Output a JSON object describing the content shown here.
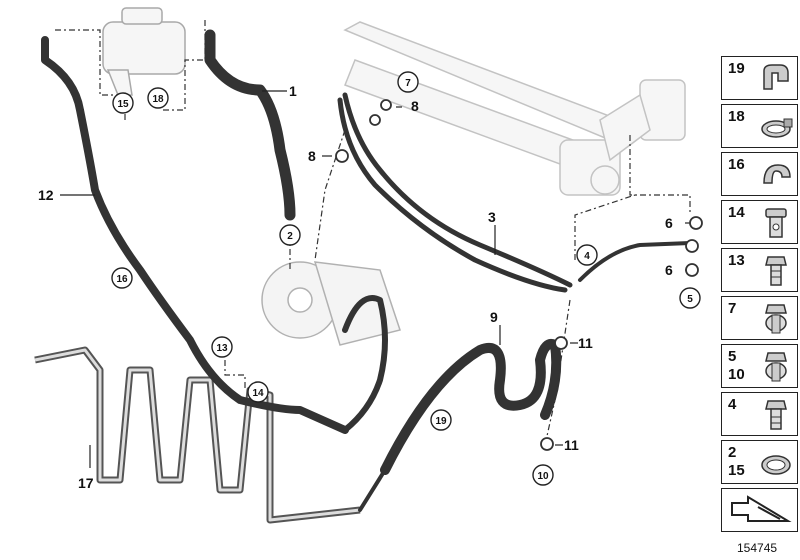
{
  "callouts": {
    "c1": "1",
    "c2": "2",
    "c3": "3",
    "c4": "4",
    "c5": "5",
    "c6a": "6",
    "c6b": "6",
    "c7": "7",
    "c8a": "8",
    "c8b": "8",
    "c9": "9",
    "c10": "10",
    "c11a": "11",
    "c11b": "11",
    "c12": "12",
    "c13": "13",
    "c14": "14",
    "c15": "15",
    "c16": "16",
    "c17": "17",
    "c18": "18",
    "c19": "19"
  },
  "side_panel": [
    {
      "num": "19",
      "num2": "",
      "icon": "clip-icon"
    },
    {
      "num": "18",
      "num2": "",
      "icon": "hose-clamp-icon"
    },
    {
      "num": "16",
      "num2": "",
      "icon": "clip-icon"
    },
    {
      "num": "14",
      "num2": "",
      "icon": "banjo-bolt-icon"
    },
    {
      "num": "13",
      "num2": "",
      "icon": "bolt-icon"
    },
    {
      "num": "7",
      "num2": "",
      "icon": "banjo-fitting-icon"
    },
    {
      "num": "5",
      "num2": "10",
      "icon": "banjo-fitting-icon"
    },
    {
      "num": "4",
      "num2": "",
      "icon": "hex-bolt-icon"
    },
    {
      "num": "2",
      "num2": "15",
      "icon": "spring-clamp-icon"
    },
    {
      "num": "",
      "num2": "",
      "icon": "arrow-icon"
    }
  ],
  "diagram_id": "154745"
}
